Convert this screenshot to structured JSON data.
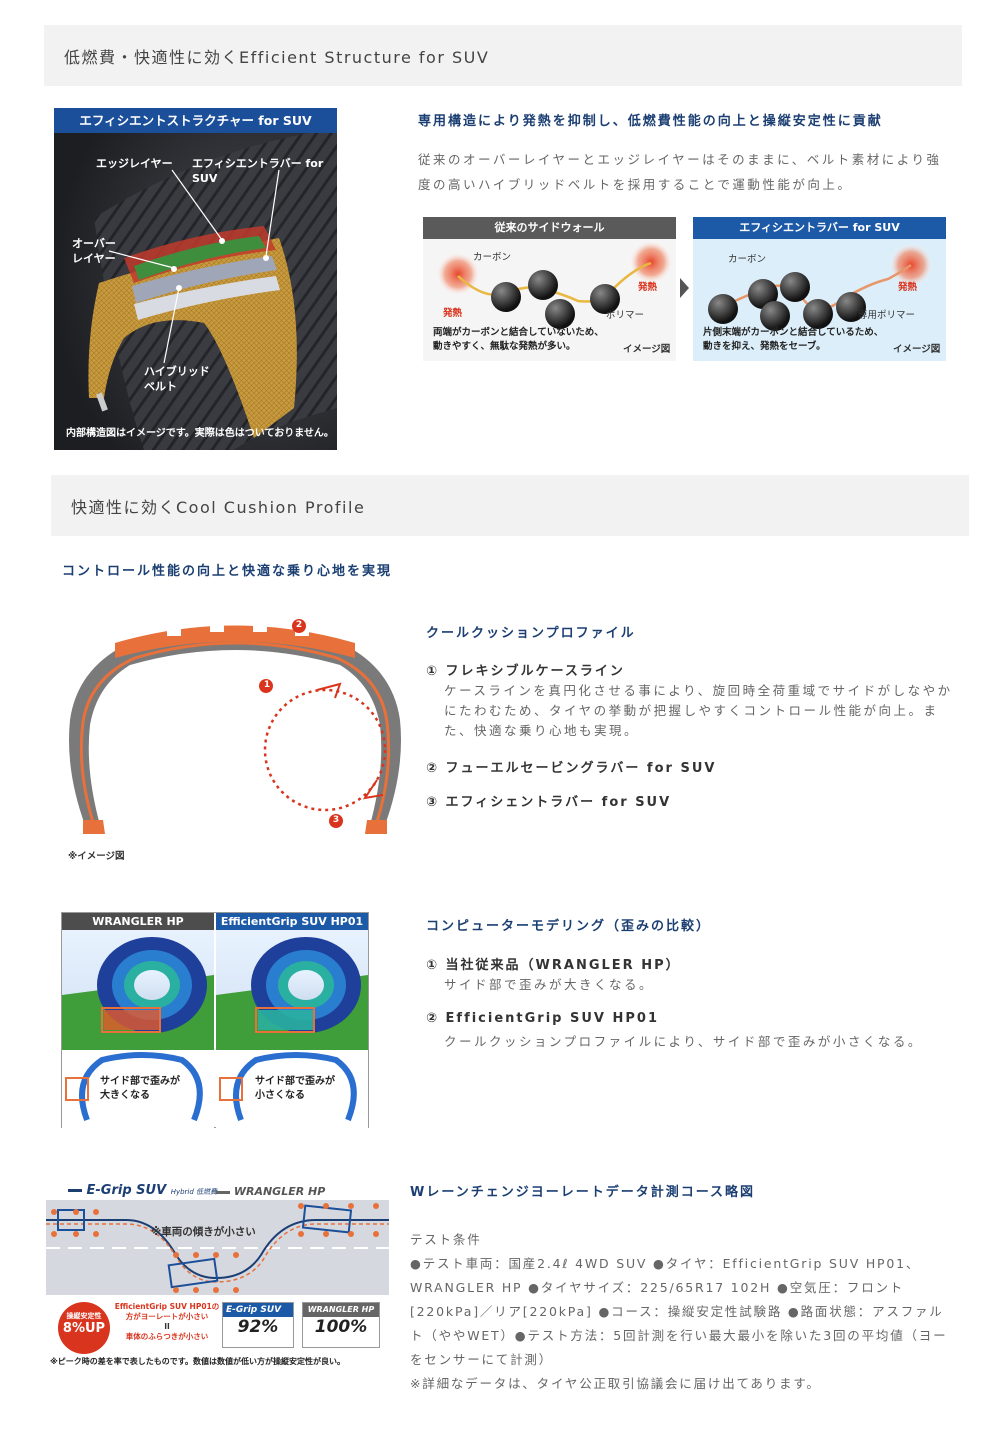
{
  "section1": {
    "heading": "低燃費・快適性に効くEfficient Structure for SUV",
    "image": {
      "title": "エフィシエントストラクチャー for SUV",
      "label_edge_layer": "エッジレイヤー",
      "label_efficient_rubber": "エフィシエントラバー for SUV",
      "label_over_layer": "オーバー\nレイヤー",
      "label_hybrid_belt": "ハイブリッド\nベルト",
      "caption": "内部構造図はイメージです。実際は色はついておりません。"
    },
    "subheading": "専用構造により発熱を抑制し、低燃費性能の向上と操縦安定性に貢献",
    "body": "従来のオーバーレイヤーとエッジレイヤーはそのままに、ベルト素材により強度の高いハイブリッドベルトを採用することで運動性能が向上。",
    "compare_left": {
      "title": "従来のサイドウォール",
      "label_carbon": "カーボン",
      "label_heat_left": "発熱",
      "label_heat_right": "発熱",
      "label_polymer": "ポリマー",
      "note": "両端がカーボンと結合していないため、\n動きやすく、無駄な発熱が多い。",
      "image_note": "イメージ図"
    },
    "compare_right": {
      "title": "エフィシエントラバー for SUV",
      "label_carbon": "カーボン",
      "label_heat": "発熱",
      "label_polymer": "専用ポリマー",
      "note": "片側末端がカーボンと結合しているため、\n動きを抑え、発熱をセーブ。",
      "image_note": "イメージ図"
    }
  },
  "section2": {
    "heading": "快適性に効くCool Cushion Profile",
    "subheading": "コントロール性能の向上と快適な乗り心地を実現",
    "profile": {
      "title": "クールクッションプロファイル",
      "item1_title": "① フレキシブルケースライン",
      "item1_desc": "ケースラインを真円化させる事により、旋回時全荷重域でサイドがしなやかにたわむため、タイヤの挙動が把握しやすくコントロール性能が向上。また、快適な乗り心地も実現。",
      "item2_title": "② フューエルセービングラバー for SUV",
      "item3_title": "③ エフィシェントラバー for SUV",
      "image_note": "※イメージ図",
      "marker1": "1",
      "marker2": "2",
      "marker3": "3"
    },
    "modeling": {
      "title": "コンピューターモデリング（歪みの比較）",
      "item1_title": "① 当社従来品（WRANGLER HP）",
      "item1_desc": "サイド部で歪みが大きくなる。",
      "item2_title": "② EfficientGrip SUV HP01",
      "item2_desc": "クールクッションプロファイルにより、サイド部で歪みが小さくなる。",
      "img_left_title": "WRANGLER HP",
      "img_right_title": "EfficientGrip SUV HP01",
      "img_left_label": "サイド部で歪みが\n大きくなる",
      "img_right_label": "サイド部で歪みが\n小さくなる"
    },
    "course": {
      "title": "Wレーンチェンジヨーレートデータ計測コース略図",
      "legend_egrip": "E-Grip SUV",
      "legend_egrip_sub": "Hybrid 低燃費",
      "legend_wrangler": "WRANGLER HP",
      "road_note": "※車両の傾きが小さい",
      "badge_top": "操縦安定性",
      "badge_value": "8%UP",
      "compare_line1": "EfficientGrip SUV HP01の",
      "compare_line2": "方がヨーレートが小さい",
      "compare_eq": "II",
      "compare_line3": "車体のふらつきが小さい",
      "egrip_pct": "92%",
      "wrangler_pct": "100%",
      "footnote": "※ピーク時の差を率で表したものです。数値は数値が低い方が操縦安定性が良い。",
      "test_text": "テスト条件\n●テスト車両：国産2.4ℓ 4WD SUV ●タイヤ：EfficientGrip SUV HP01、WRANGLER HP ●タイヤサイズ：225/65R17 102H ●空気圧：フロント[220kPa]／リア[220kPa] ●コース：操縦安定性試験路 ●路面状態：アスファルト（ややWET）●テスト方法：5回計測を行い最大最小を除いた3回の平均値（ヨーをセンサーにて計測）\n※詳細なデータは、タイヤ公正取引協議会に届け出てあります。"
    }
  },
  "colors": {
    "navy": "#1c3f73",
    "blue": "#1c4f9a",
    "orange": "#e8703a",
    "red": "#d9351e",
    "bar_bg": "#f2f2f2"
  }
}
